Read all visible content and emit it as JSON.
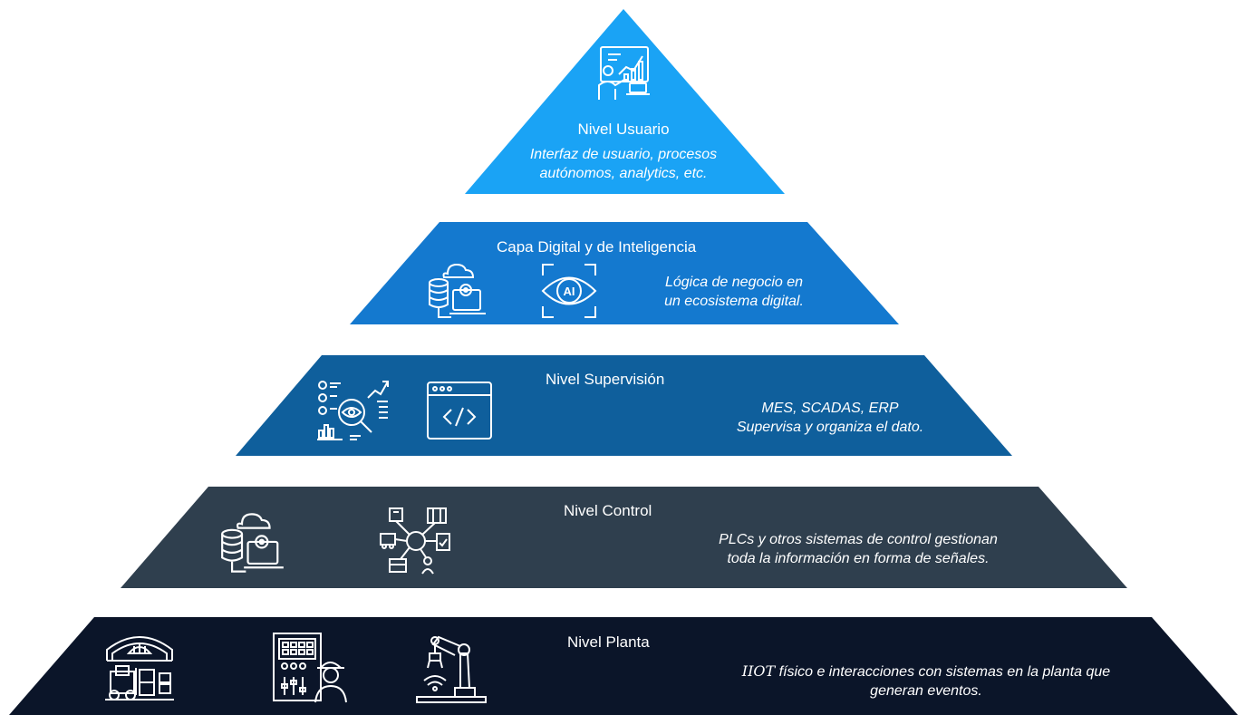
{
  "colors": {
    "level_user": "#1aa3f5",
    "level_digital": "#1479cf",
    "level_supervision": "#0f5f9c",
    "level_control": "#2f3f4e",
    "level_plant": "#0b1529",
    "icon_stroke": "#ffffff"
  },
  "levels": {
    "user": {
      "title": "Nivel Usuario",
      "desc_line1": "Interfaz de usuario, procesos",
      "desc_line2": "autónomos, analytics, etc.",
      "icons": [
        "presentation-analytics-icon"
      ]
    },
    "digital": {
      "title": "Capa Digital y de Inteligencia",
      "desc_line1": "Lógica de negocio en",
      "desc_line2": "un ecosistema digital.",
      "icons": [
        "cloud-database-laptop-icon",
        "ai-eye-icon"
      ]
    },
    "supervision": {
      "title": "Nivel Supervisión",
      "desc_line1": "MES, SCADAS, ERP",
      "desc_line2": "Supervisa y organiza el dato.",
      "icons": [
        "data-monitoring-icon",
        "code-window-icon"
      ]
    },
    "control": {
      "title": "Nivel Control",
      "desc_line1": "PLCs y otros sistemas de control gestionan",
      "desc_line2": "toda la información en forma de señales.",
      "icons": [
        "cloud-database-laptop-icon",
        "network-hub-icon"
      ]
    },
    "plant": {
      "title": "Nivel Planta",
      "desc_prefix": "IIOT",
      "desc_line1_rest": " físico e interacciones con sistemas en la planta que",
      "desc_line2": "generan eventos.",
      "icons": [
        "warehouse-icon",
        "control-panel-worker-icon",
        "robotic-arm-icon"
      ]
    }
  }
}
